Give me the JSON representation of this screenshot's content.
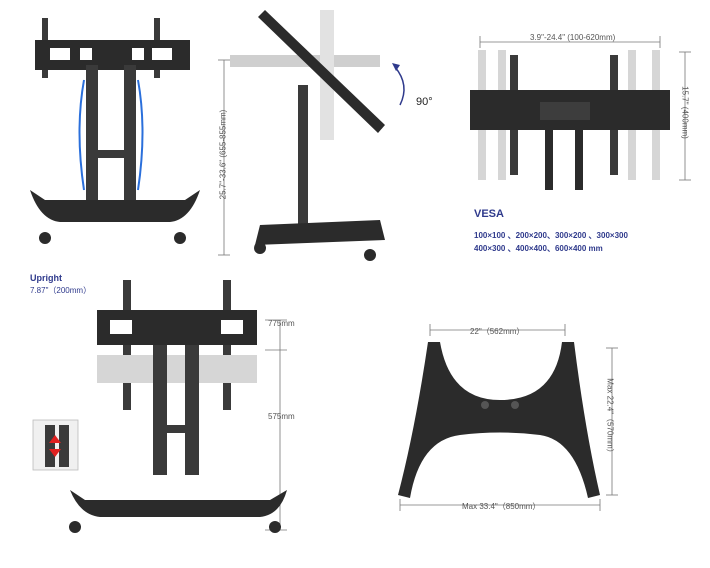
{
  "panel_height": {
    "label": "25.7\"-33.6\"  (655-855mm)"
  },
  "tilt": {
    "angle_label": "90°"
  },
  "vesa_panel": {
    "width_label": "3.9\"-24.4\"  (100-620mm)",
    "height_label": "15.7\"  (400mm)",
    "title": "VESA",
    "line1": "100×100 、200×200、300×200 、300×300",
    "line2": "400×300 、400×400、600×400 mm"
  },
  "upright_panel": {
    "title": "Upright",
    "subtitle": "7.87\"（200mm）",
    "top_label": "775mm",
    "middle_label": "575mm"
  },
  "base_panel": {
    "top_label": "22\"（562mm）",
    "side_label": "Max 22.4\"（570mm）",
    "bottom_label": "Max 33.4\"（850mm）"
  },
  "colors": {
    "metal_dark": "#2b2b2b",
    "metal_mid": "#4a4a4a",
    "ghost": "#cfcfcf",
    "accent_blue": "#2f3a8c",
    "cable_blue": "#2a6fdb",
    "indicator_red": "#e02020"
  }
}
